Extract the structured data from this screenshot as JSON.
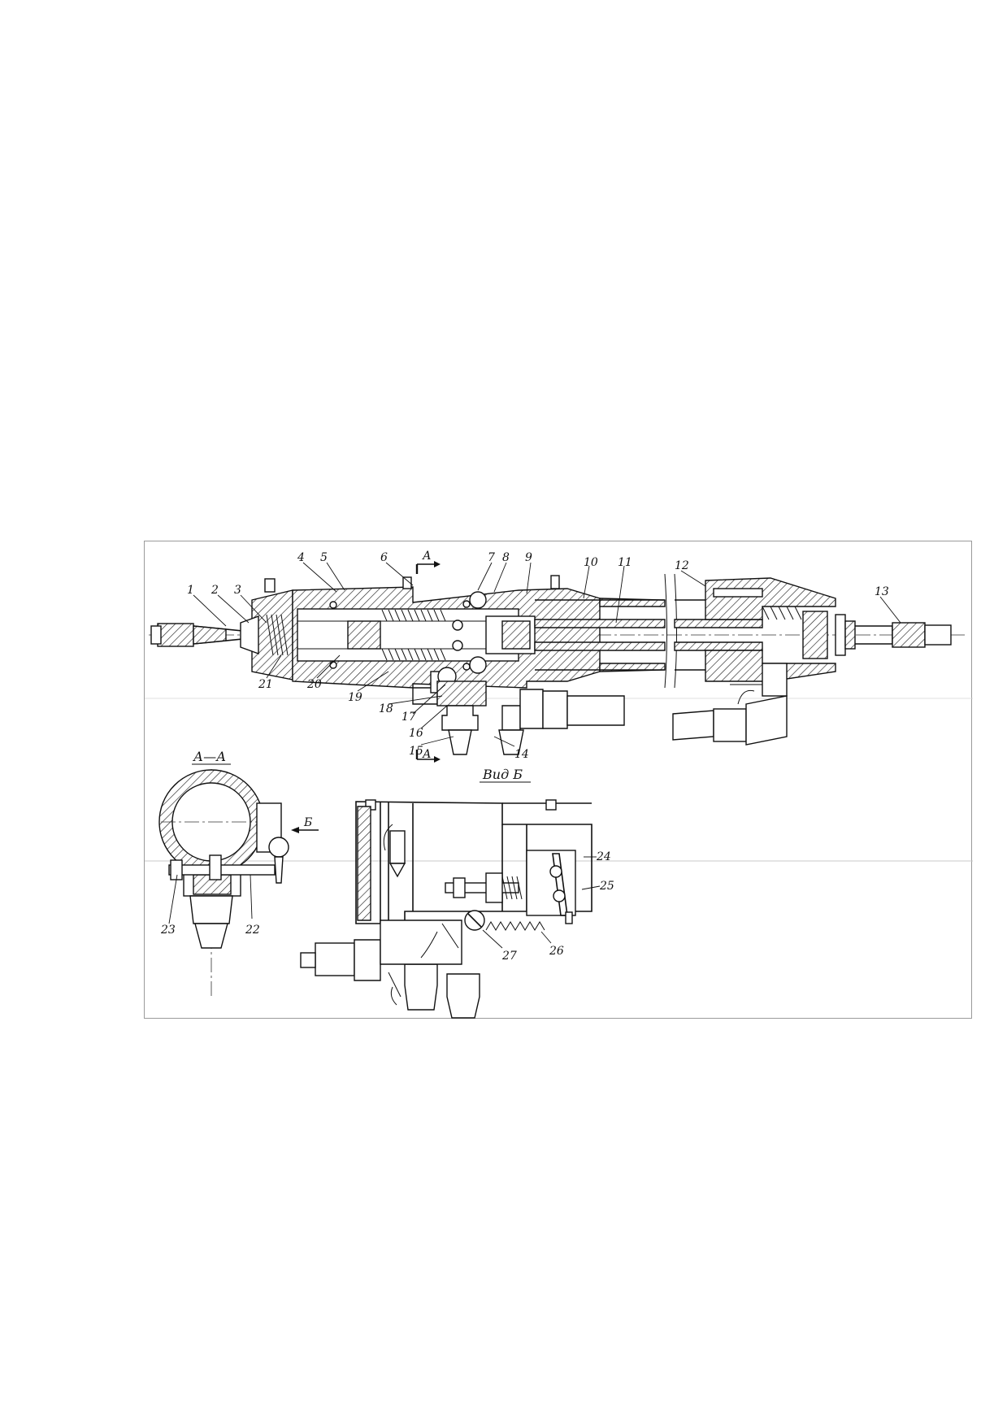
{
  "figure": {
    "section_label": "А—А",
    "view_label": "Вид Б",
    "cut_marker_top": "А",
    "cut_marker_bottom": "А",
    "view_arrow_label": "Б",
    "callouts": [
      "1",
      "2",
      "3",
      "4",
      "5",
      "6",
      "7",
      "8",
      "9",
      "10",
      "11",
      "12",
      "13",
      "14",
      "15",
      "16",
      "17",
      "18",
      "19",
      "20",
      "21",
      "22",
      "23",
      "24",
      "25",
      "26",
      "27"
    ]
  }
}
